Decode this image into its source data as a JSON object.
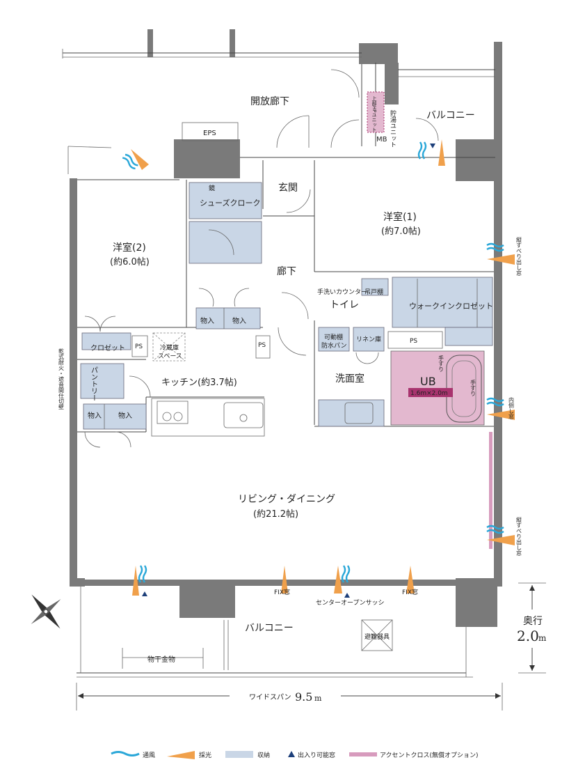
{
  "rooms": {
    "corridor_open": "開放廊下",
    "eps": "EPS",
    "mb": "MB",
    "water_heater": "貯湯ユニット",
    "hp_unit": "上部HPユニット",
    "balcony_top": "バルコニー",
    "entrance": "玄関",
    "shoe_closet": "シューズクローク",
    "mirror": "鏡",
    "western1": "洋室(1)",
    "western1_size": "(約7.0帖)",
    "western2": "洋室(2)",
    "western2_size": "(約6.0帖)",
    "hallway": "廊下",
    "handwash": "手洗いカウンター",
    "hanging_shelf": "吊戸棚",
    "toilet": "トイレ",
    "walkin": "ウォークインクロゼット",
    "storage1": "物入",
    "storage2": "物入",
    "storage3": "物入",
    "storage4": "物入",
    "closet": "クロゼット",
    "ps1": "PS",
    "ps2": "PS",
    "ps3": "PS",
    "fridge": "冷蔵庫",
    "fridge_space": "スペース",
    "movable_shelf": "可動棚",
    "waterproof_pan": "防水パン",
    "linen": "リネン庫",
    "washroom": "洗面室",
    "ub": "UB",
    "ub_size": "1.6m×2.0m",
    "handrail1": "手すり",
    "handrail2": "手すり",
    "pantry": "パントリー",
    "kitchen": "キッチン(約3.7帖)",
    "living": "リビング・ダイニング",
    "living_size": "(約21.2帖)",
    "balcony_bottom": "バルコニー",
    "emergency": "避難器具",
    "clothes_dryer": "物干金物",
    "fix_window1": "FIX窓",
    "fix_window2": "FIX窓",
    "center_open": "センターオープンサッシ",
    "side_wall": "乾式耐火・遮音間仕切壁",
    "window_slide1": "縦すべり出し窓",
    "window_inward": "内倒し窓",
    "window_slide2": "縦すべり出し窓"
  },
  "dimensions": {
    "depth_label": "奥行",
    "depth_value": "2.0",
    "depth_unit": "m",
    "span_label": "ワイドスパン",
    "span_value": "9.5",
    "span_unit": "m"
  },
  "legend": {
    "ventilation": "通風",
    "daylight": "採光",
    "storage": "収納",
    "entry_window": "出入り可能窓",
    "accent_cross": "アクセントクロス(無償オプション)"
  },
  "colors": {
    "wind": "#2aa7d8",
    "light": "#f0a04b",
    "storage": "#c9d6e6",
    "accent": "#d79bbd",
    "ub": "#e3b8cf",
    "ub_label": "#a8336e",
    "wall": "#7a7a7a"
  }
}
